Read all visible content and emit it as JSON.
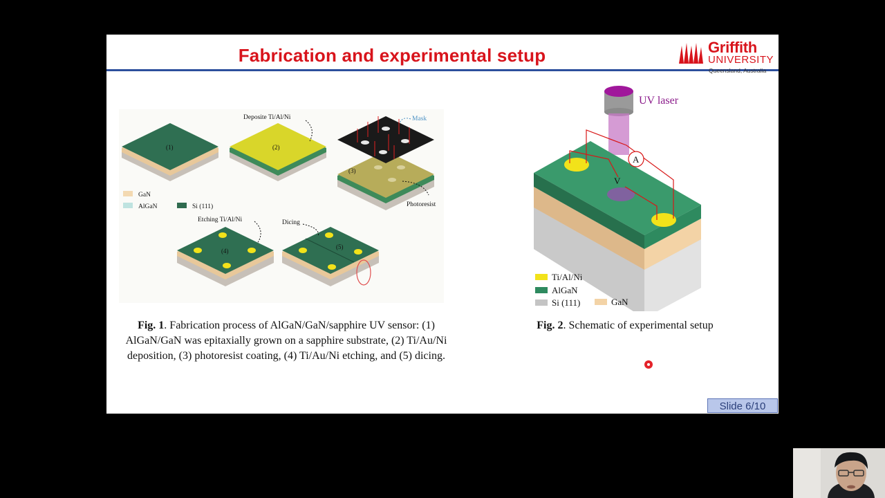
{
  "slide": {
    "title": "Fabrication and experimental setup",
    "number_label": "Slide 6/10"
  },
  "logo": {
    "name": "Griffith",
    "subtitle": "UNIVERSITY",
    "location": "Queensland, Australia"
  },
  "fig1": {
    "step_labels": [
      "(1)",
      "(2)",
      "(3)",
      "(4)",
      "(5)"
    ],
    "deposit_label": "Deposite Ti/Al/Ni",
    "mask_label": "Mask",
    "photoresist_label": "Photoresist",
    "etching_label": "Etching Ti/Al/Ni",
    "dicing_label": "Dicing",
    "legend": [
      {
        "label": "GaN",
        "color": "#f3d9b1"
      },
      {
        "label": "AlGaN",
        "color": "#bfe3e0"
      },
      {
        "label": "Si (111)",
        "color": "#2f6b4f"
      }
    ],
    "caption_bold": "Fig. 1",
    "caption_text": ". Fabrication process of AlGaN/GaN/sapphire UV sensor: (1) AlGaN/GaN was epitaxially grown on a sapphire substrate, (2) Ti/Au/Ni deposition, (3) photoresist coating, (4) Ti/Au/Ni etching, and (5) dicing."
  },
  "fig2": {
    "uv_label": "UV laser",
    "ammeter_label": "A",
    "voltmeter_label": "V",
    "legend": [
      {
        "label": "Ti/Al/Ni",
        "color": "#f2e21a"
      },
      {
        "label": "AlGaN",
        "color": "#2e8a5f"
      },
      {
        "label": "Si (111)",
        "color": "#c4c4c4"
      },
      {
        "label": "GaN",
        "color": "#f3d3a6"
      }
    ],
    "caption_bold": "Fig. 2",
    "caption_text": ". Schematic of experimental setup"
  },
  "colors": {
    "title": "#d8141c",
    "rule": "#2c4f9c",
    "slide_badge": "#b9c7ea"
  }
}
